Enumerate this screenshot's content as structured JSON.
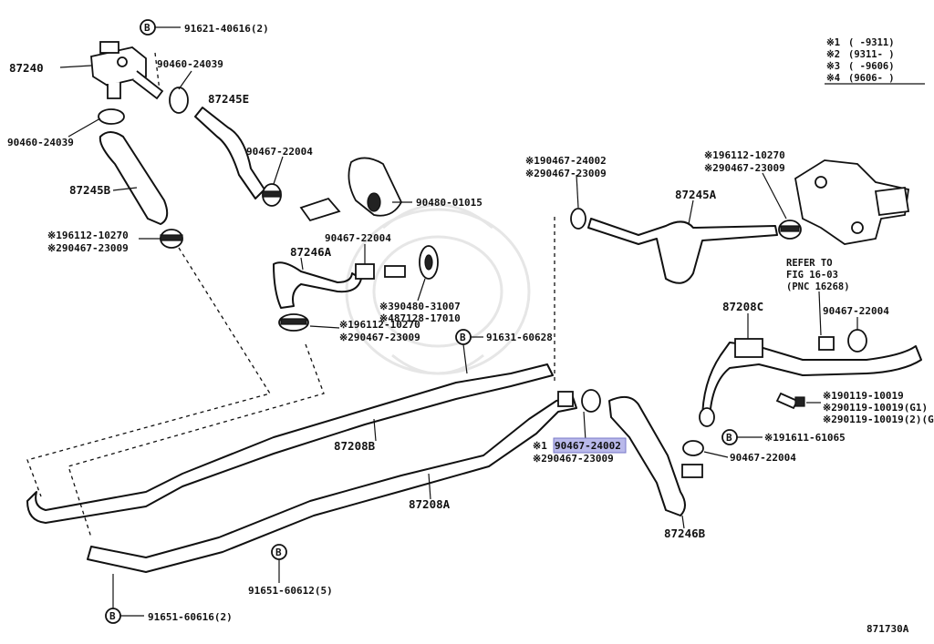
{
  "diagram_id": "871730A",
  "legend": [
    {
      "mark": "※1",
      "range": "(      -9311)"
    },
    {
      "mark": "※2",
      "range": "(9311-      )"
    },
    {
      "mark": "※3",
      "range": "(      -9606)"
    },
    {
      "mark": "※4",
      "range": "(9606-      )"
    }
  ],
  "refer": {
    "line1": "REFER TO",
    "line2": "FIG 16-03",
    "line3": "(PNC 16268)"
  },
  "bolt_mark": "B",
  "bolts": {
    "b1": "91621-40616(2)",
    "b2": "91631-60628",
    "b3": "※191611-61065",
    "b4": "91651-60612(5)",
    "b5": "91651-60616(2)"
  },
  "parts": {
    "p87240": "87240",
    "p90460a": "90460-24039",
    "p90460b": "90460-24039",
    "p87245e": "87245E",
    "p87245b": "87245B",
    "p90467_22004a": "90467-22004",
    "p90480_01015": "90480-01015",
    "c1_a": "※196112-10270",
    "c1_b": "※290467-23009",
    "p87246a": "87246A",
    "p90467_22004b": "90467-22004",
    "c3_a": "※390480-31007",
    "c3_b": "※487128-17010",
    "c2_a": "※196112-10270",
    "c2_b": "※290467-23009",
    "c4_a": "※190467-24002",
    "c4_b": "※290467-23009",
    "p87245a": "87245A",
    "c5_a": "※196112-10270",
    "c5_b": "※290467-23009",
    "p87208c": "87208C",
    "p90467_22004c": "90467-22004",
    "c6_a": "※190119-10019",
    "c6_b": "※290119-10019(G1)",
    "c6_c": "※290119-10019(2)(G)",
    "p87208b": "87208B",
    "c7_mark1": "※1",
    "c7_num1": "90467-24002",
    "c7_b": "※290467-23009",
    "p90467_22004d": "90467-22004",
    "p87208a": "87208A",
    "p87246b": "87246B"
  }
}
